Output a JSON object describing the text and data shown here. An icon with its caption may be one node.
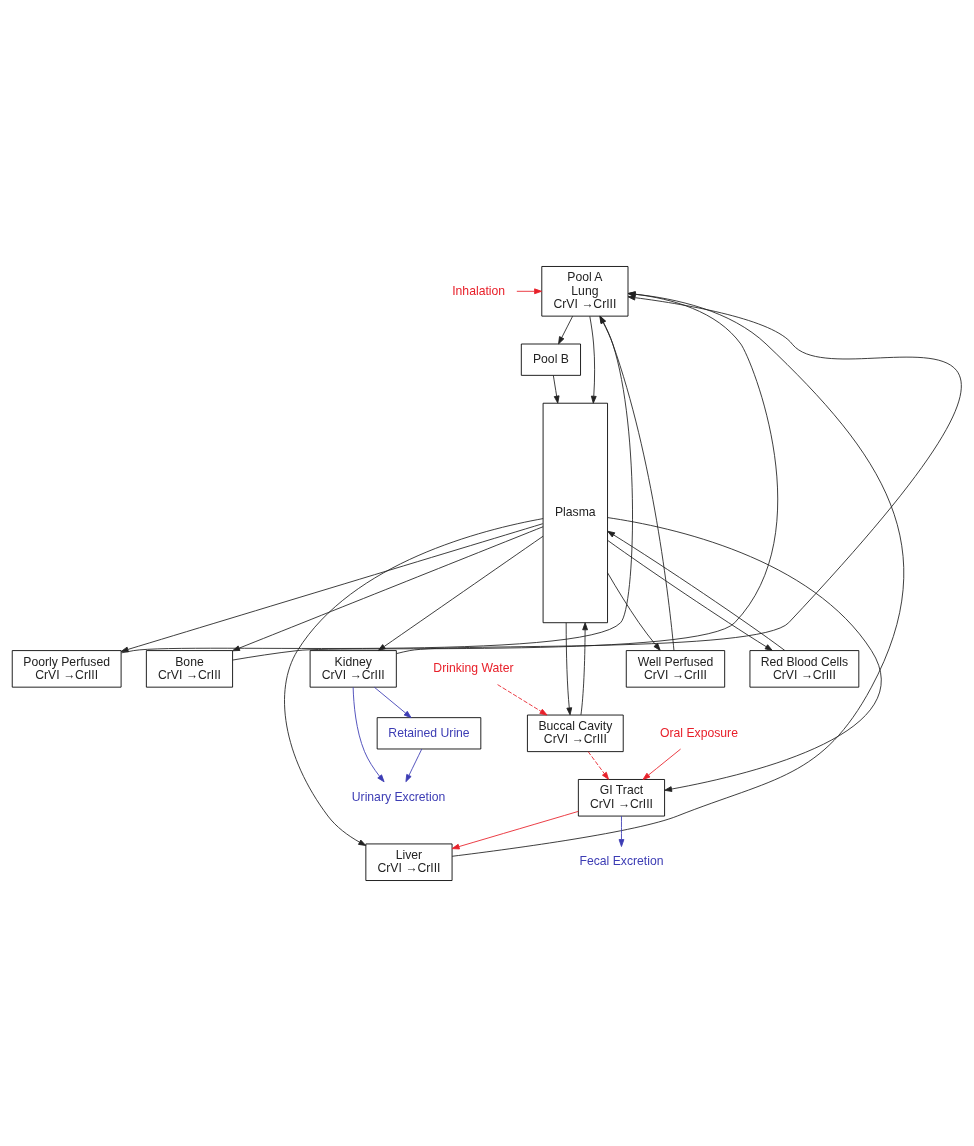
{
  "diagram": {
    "nodes": [
      {
        "text": [
          "Pool B"
        ]
      },
      {
        "text": [
          "Inhalation"
        ]
      },
      {
        "text": [
          "Pool A",
          "Lung",
          "CrVI →CrIII"
        ]
      },
      {
        "text": [
          "Plasma"
        ]
      },
      {
        "text": [
          "Well Perfused",
          "CrVI →CrIII"
        ]
      },
      {
        "text": [
          "Red Blood Cells",
          "CrVI →CrIII"
        ]
      },
      {
        "text": [
          "Poorly Perfused",
          "CrVI →CrIII"
        ]
      },
      {
        "text": [
          "Drinking Water"
        ]
      },
      {
        "text": [
          "Bone",
          "CrVI →CrIII"
        ]
      },
      {
        "text": [
          "Buccal Cavity",
          "CrVI →CrIII"
        ]
      },
      {
        "text": [
          "Liver",
          "CrVI →CrIII"
        ]
      },
      {
        "text": [
          "GI Tract",
          "CrVI →CrIII"
        ]
      },
      {
        "text": [
          "Kidney",
          "CrVI →CrIII"
        ]
      },
      {
        "text": [
          "Urinary Excretion"
        ]
      },
      {
        "text": [
          "Retained Urine"
        ]
      },
      {
        "text": [
          "Fecal Excretion"
        ]
      },
      {
        "text": [
          "Oral Exposure"
        ]
      }
    ],
    "edges": [
      {
        "from": 2,
        "to": 0,
        "arrow": "to"
      },
      {
        "from": 0,
        "to": 3,
        "arrow": "to"
      },
      {
        "from": 1,
        "to": 2,
        "arrow": "to",
        "color": "#e8202a"
      },
      {
        "from": 2,
        "to": 3,
        "arrow": "to"
      },
      {
        "from": 3,
        "to": 4,
        "arrow": "to"
      },
      {
        "from": 3,
        "to": 6,
        "arrow": "to"
      },
      {
        "from": 3,
        "to": 8,
        "arrow": "to"
      },
      {
        "from": 3,
        "to": 10,
        "arrow": "to"
      },
      {
        "from": 3,
        "to": 12,
        "arrow": "to"
      },
      {
        "from": 3,
        "to": 5,
        "arrow": "to"
      },
      {
        "from": 5,
        "to": 3,
        "arrow": "to"
      },
      {
        "from": 3,
        "to": 9,
        "arrow": "to"
      },
      {
        "from": 9,
        "to": 3,
        "arrow": "to"
      },
      {
        "from": 3,
        "to": 11,
        "arrow": "to"
      },
      {
        "from": 4,
        "to": 2,
        "arrow": "to"
      },
      {
        "from": 6,
        "to": 2,
        "arrow": "to"
      },
      {
        "from": 8,
        "to": 2,
        "arrow": "to"
      },
      {
        "from": 10,
        "to": 2,
        "arrow": "to"
      },
      {
        "from": 12,
        "to": 2,
        "arrow": "to"
      },
      {
        "from": 7,
        "to": 9,
        "arrow": "to",
        "style": "dashed",
        "color": "#e8202a"
      },
      {
        "from": 9,
        "to": 11,
        "arrow": "to",
        "style": "dashed",
        "color": "#e8202a"
      },
      {
        "from": 11,
        "to": 10,
        "arrow": "to",
        "color": "#e8202a"
      },
      {
        "from": 16,
        "to": 11,
        "arrow": "to",
        "color": "#e8202a"
      },
      {
        "from": 11,
        "to": 15,
        "arrow": "to",
        "color": "#3c3cb4"
      },
      {
        "from": 12,
        "to": 13,
        "arrow": "to",
        "color": "#3c3cb4"
      },
      {
        "from": 12,
        "to": 14,
        "arrow": "to",
        "color": "#3c3cb4"
      },
      {
        "from": 14,
        "to": 13,
        "arrow": "to",
        "color": "#3c3cb4"
      }
    ]
  }
}
